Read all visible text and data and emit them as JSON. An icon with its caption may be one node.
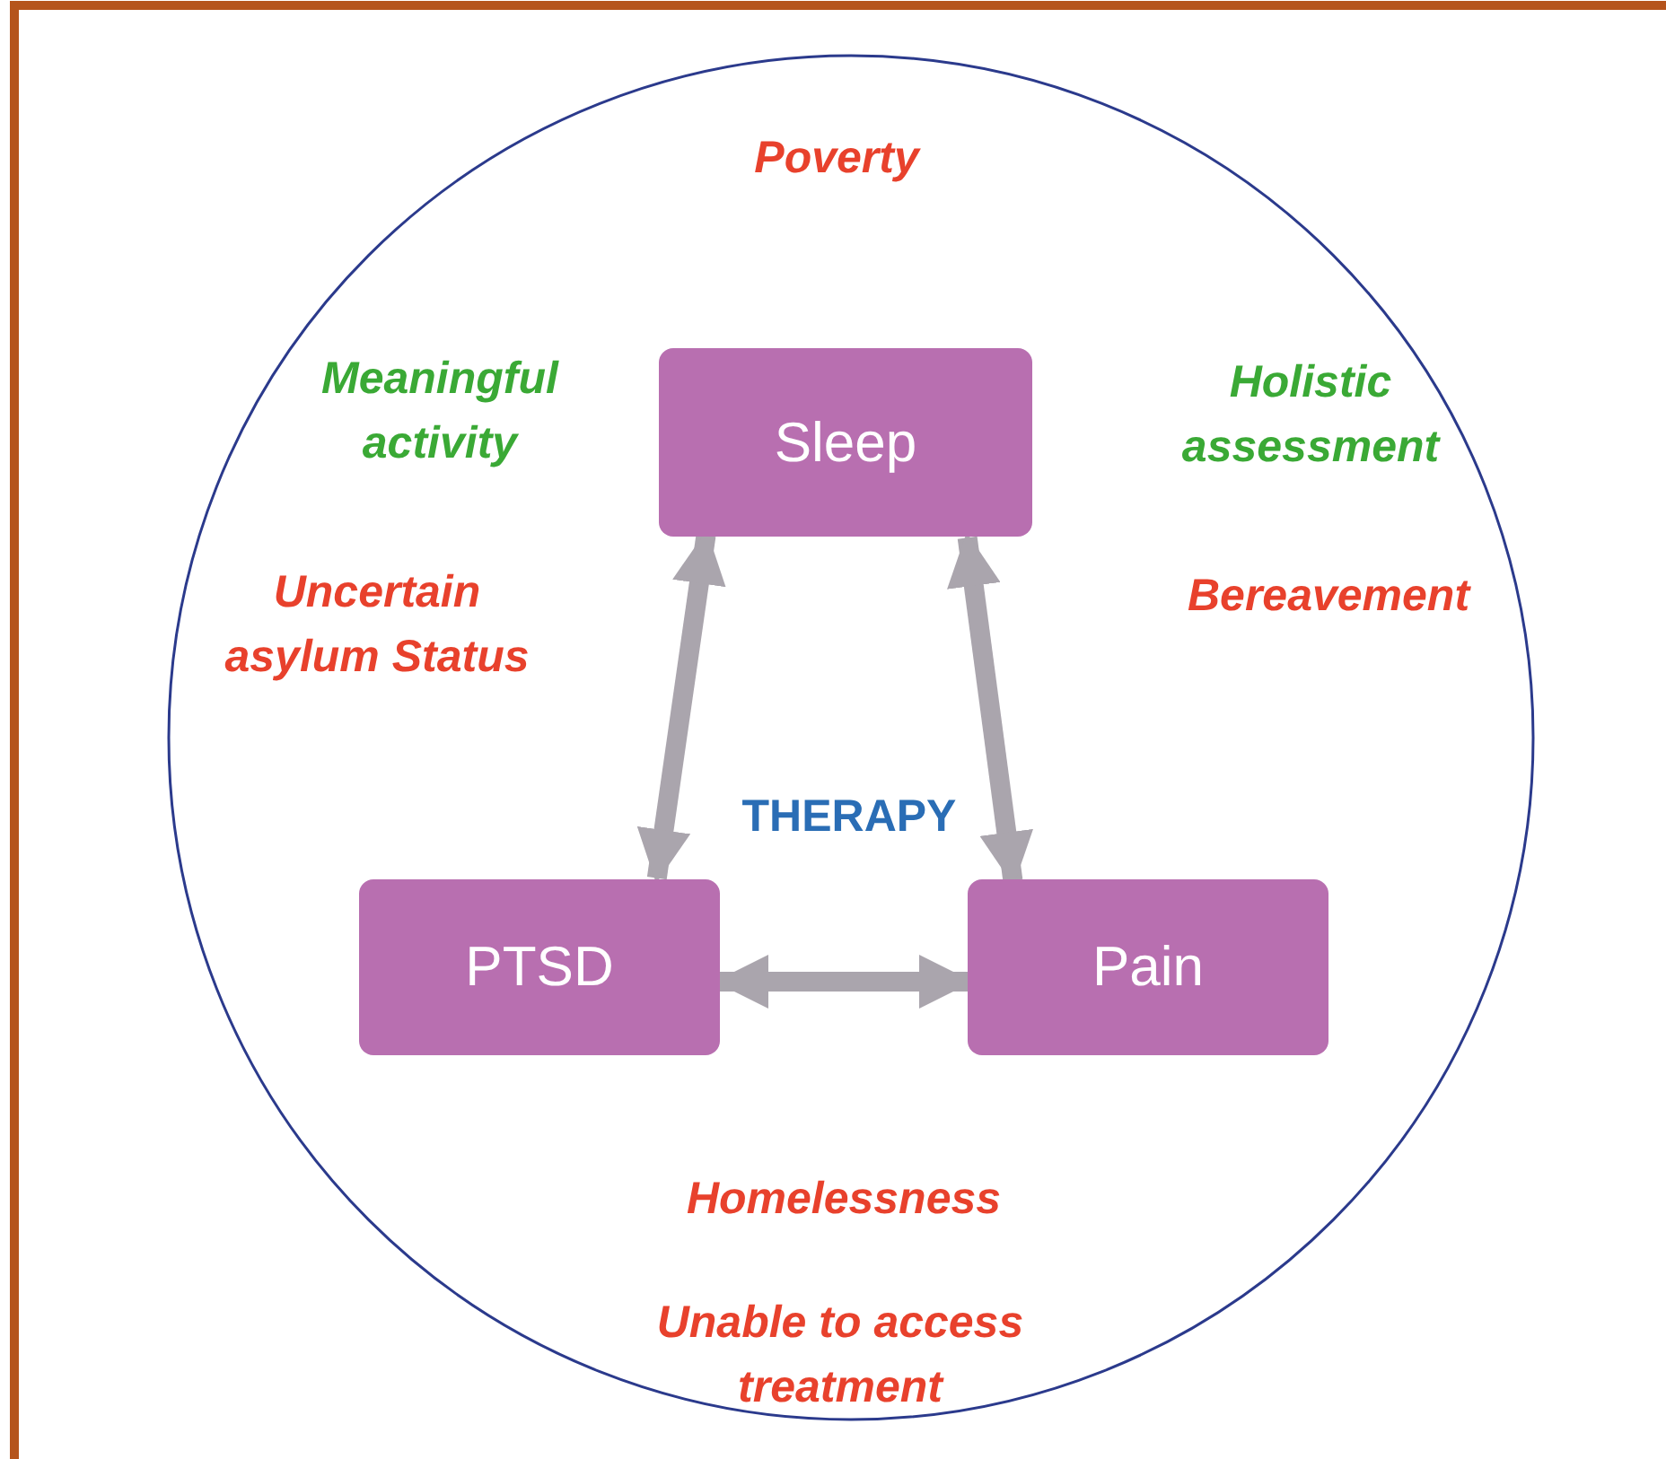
{
  "diagram": {
    "nodes": [
      {
        "text": [
          "Sleep"
        ]
      },
      {
        "text": [
          "PTSD"
        ]
      },
      {
        "text": [
          "Pain"
        ]
      }
    ],
    "edges": [
      {
        "from": 0,
        "to": 1,
        "arrow": "both"
      },
      {
        "from": 0,
        "to": 2,
        "arrow": "both"
      },
      {
        "from": 1,
        "to": 2,
        "arrow": "both"
      }
    ],
    "labels": [
      "Poverty",
      "Meaningful activity",
      "Holistic assessment",
      "Uncertain asylum Status",
      "Bereavement",
      "THERAPY",
      "Homelessness",
      "Unable to access treatment"
    ]
  }
}
